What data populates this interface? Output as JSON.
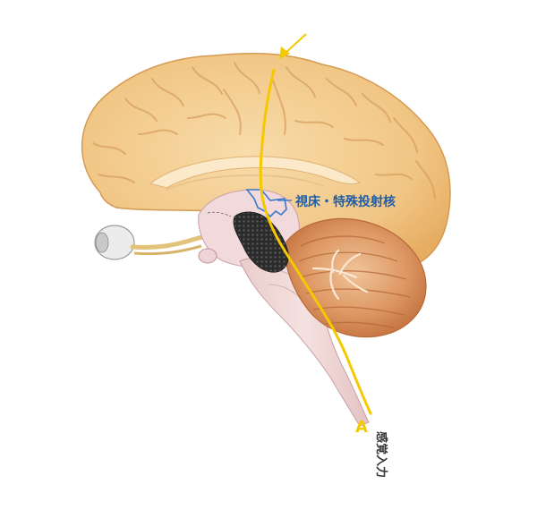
{
  "labels": {
    "thalamus_nucleus": "視床・特殊投射核",
    "sensory_input": "感覚入力",
    "pathway_marker": "A"
  },
  "colors": {
    "pathway": "#f5c800",
    "nucleus_outline": "#3a78c8",
    "label_text": "#1f5ea8",
    "cortex": "#f2c98a",
    "cerebellum": "#d98a4f",
    "brainstem": "#f0d8d8",
    "nucleus_fill": "#2a2a2a"
  }
}
